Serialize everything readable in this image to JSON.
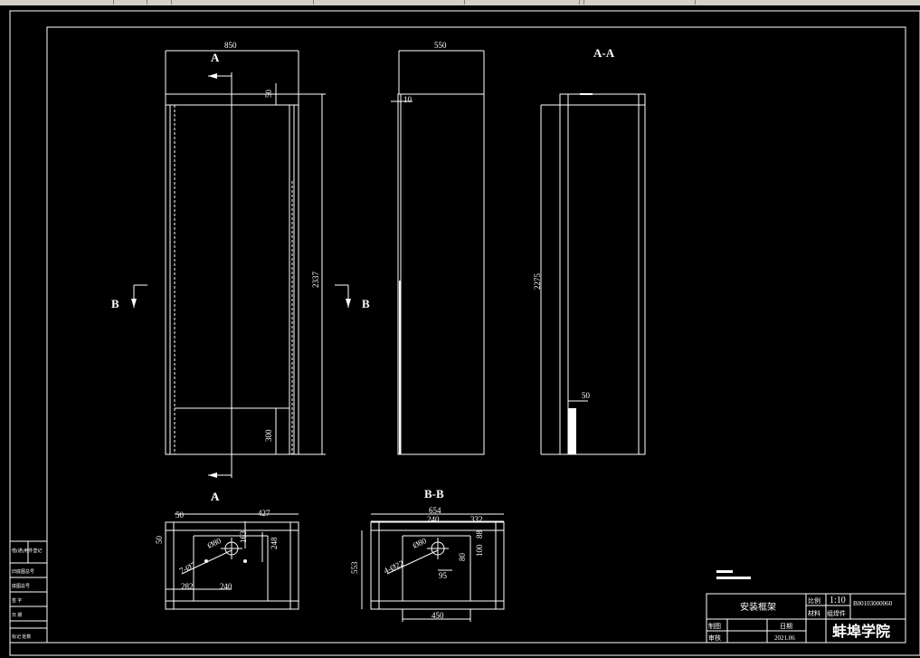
{
  "toolbar": {
    "segments": 9
  },
  "sections": {
    "a_top": "A",
    "a_bottom": "A",
    "b_left": "B",
    "b_right": "B",
    "aa_title": "A-A",
    "a_view_title": "A",
    "bb_title": "B-B"
  },
  "front_view": {
    "width": "850",
    "top_rail": "50",
    "height": "2337",
    "bottom_panel": "300"
  },
  "side_view": {
    "width": "550",
    "offset": "10"
  },
  "section_aa": {
    "height": "2275",
    "foot": "50"
  },
  "view_a": {
    "corner_top": "50",
    "corner_left": "50",
    "to_center": "427",
    "offset_a": "163",
    "offset_b": "248",
    "hole_dia": "Ø80",
    "slot": "7-Ø7",
    "left_margin": "282",
    "hole_spacing": "240"
  },
  "section_bb": {
    "overall": "654",
    "left_part": "240",
    "right_part": "332",
    "small_a": "88",
    "small_b": "100",
    "small_c": "80",
    "depth": "553",
    "hole_dia": "Ø80",
    "slot": "4-Ø22",
    "to_hole": "95",
    "bottom_width": "450"
  },
  "title_block": {
    "part_name": "安装框架",
    "scale_label": "比例",
    "scale_value": "1:10",
    "material_label": "材料",
    "material_value": "组焊件",
    "drawing_no": "B00103000060",
    "drawn_label": "制图",
    "date_label": "日期",
    "check_label": "审核",
    "date_value": "2021.06",
    "school": "蚌埠学院"
  },
  "side_block": {
    "rows": [
      "借(通)用件登记",
      "旧底图总号",
      "底图总号",
      "签 字",
      "日 期",
      "标记 处数"
    ]
  }
}
